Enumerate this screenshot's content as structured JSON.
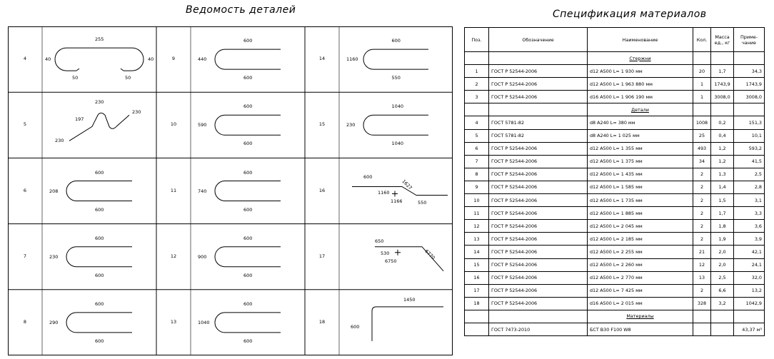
{
  "titles": {
    "parts": "Ведомость деталей",
    "spec": "Спецификация материалов"
  },
  "parts": [
    {
      "pos": "4",
      "shape": "stadium",
      "dims": [
        "255",
        "40",
        "40",
        "50",
        "50"
      ]
    },
    {
      "pos": "5",
      "shape": "zigzag",
      "dims": [
        "230",
        "230",
        "197",
        "230"
      ]
    },
    {
      "pos": "6",
      "shape": "u",
      "dims": [
        "600",
        "208",
        "600"
      ]
    },
    {
      "pos": "7",
      "shape": "u",
      "dims": [
        "600",
        "230",
        "600"
      ]
    },
    {
      "pos": "8",
      "shape": "u",
      "dims": [
        "600",
        "290",
        "600"
      ]
    },
    {
      "pos": "9",
      "shape": "u",
      "dims": [
        "600",
        "440",
        "600"
      ]
    },
    {
      "pos": "10",
      "shape": "u",
      "dims": [
        "600",
        "590",
        "600"
      ]
    },
    {
      "pos": "11",
      "shape": "u",
      "dims": [
        "600",
        "740",
        "600"
      ]
    },
    {
      "pos": "12",
      "shape": "u",
      "dims": [
        "600",
        "900",
        "600"
      ]
    },
    {
      "pos": "13",
      "shape": "u",
      "dims": [
        "600",
        "1040",
        "600"
      ]
    },
    {
      "pos": "14",
      "shape": "u",
      "dims": [
        "600",
        "1160",
        "550"
      ]
    },
    {
      "pos": "15",
      "shape": "u",
      "dims": [
        "1040",
        "230",
        "1040"
      ]
    },
    {
      "pos": "16",
      "shape": "bent1",
      "dims": [
        "600",
        "1627",
        "1160",
        "1166",
        "550"
      ]
    },
    {
      "pos": "17",
      "shape": "bent2",
      "dims": [
        "650",
        "530",
        "6770",
        "6750"
      ]
    },
    {
      "pos": "18",
      "shape": "angle",
      "dims": [
        "1450",
        "600"
      ]
    }
  ],
  "spec": {
    "headers": [
      "Поз.",
      "Обозначение",
      "Наименование",
      "Кол.",
      "Масса ед., кг",
      "Приме-чание"
    ],
    "rows": [
      {
        "section": "Стержни"
      },
      {
        "cells": [
          "1",
          "ГОСТ Р 52544-2006",
          "d12 A500 L= 1 930 мм",
          "20",
          "1,7",
          "34,3"
        ]
      },
      {
        "cells": [
          "2",
          "ГОСТ Р 52544-2006",
          "d12 A500 L= 1 963 880 мм",
          "1",
          "1743,9",
          "1743,9"
        ]
      },
      {
        "cells": [
          "3",
          "ГОСТ Р 52544-2006",
          "d16 A500 L= 1 906 190 мм",
          "1",
          "3008,0",
          "3008,0"
        ]
      },
      {
        "section": "Детали"
      },
      {
        "cells": [
          "4",
          "ГОСТ 5781-82",
          "d8 A240 L= 380 мм",
          "1008",
          "0,2",
          "151,3"
        ]
      },
      {
        "cells": [
          "5",
          "ГОСТ 5781-82",
          "d8 A240 L= 1 025 мм",
          "25",
          "0,4",
          "10,1"
        ]
      },
      {
        "cells": [
          "6",
          "ГОСТ Р 52544-2006",
          "d12 A500 L= 1 355 мм",
          "493",
          "1,2",
          "593,2"
        ]
      },
      {
        "cells": [
          "7",
          "ГОСТ Р 52544-2006",
          "d12 A500 L= 1 375 мм",
          "34",
          "1,2",
          "41,5"
        ]
      },
      {
        "cells": [
          "8",
          "ГОСТ Р 52544-2006",
          "d12 A500 L= 1 435 мм",
          "2",
          "1,3",
          "2,5"
        ]
      },
      {
        "cells": [
          "9",
          "ГОСТ Р 52544-2006",
          "d12 A500 L= 1 585 мм",
          "2",
          "1,4",
          "2,8"
        ]
      },
      {
        "cells": [
          "10",
          "ГОСТ Р 52544-2006",
          "d12 A500 L= 1 735 мм",
          "2",
          "1,5",
          "3,1"
        ]
      },
      {
        "cells": [
          "11",
          "ГОСТ Р 52544-2006",
          "d12 A500 L= 1 885 мм",
          "2",
          "1,7",
          "3,3"
        ]
      },
      {
        "cells": [
          "12",
          "ГОСТ Р 52544-2006",
          "d12 A500 L= 2 045 мм",
          "2",
          "1,8",
          "3,6"
        ]
      },
      {
        "cells": [
          "13",
          "ГОСТ Р 52544-2006",
          "d12 A500 L= 2 185 мм",
          "2",
          "1,9",
          "3,9"
        ]
      },
      {
        "cells": [
          "14",
          "ГОСТ Р 52544-2006",
          "d12 A500 L= 2 255 мм",
          "21",
          "2,0",
          "42,1"
        ]
      },
      {
        "cells": [
          "15",
          "ГОСТ Р 52544-2006",
          "d12 A500 L= 2 260 мм",
          "12",
          "2,0",
          "24,1"
        ]
      },
      {
        "cells": [
          "16",
          "ГОСТ Р 52544-2006",
          "d12 A500 L= 2 770 мм",
          "13",
          "2,5",
          "32,0"
        ]
      },
      {
        "cells": [
          "17",
          "ГОСТ Р 52544-2006",
          "d12 A500 L= 7 425 мм",
          "2",
          "6,6",
          "13,2"
        ]
      },
      {
        "cells": [
          "18",
          "ГОСТ Р 52544-2006",
          "d16 A500 L= 2 015 мм",
          "328",
          "3,2",
          "1042,9"
        ]
      },
      {
        "section": "Материалы"
      },
      {
        "cells": [
          "",
          "ГОСТ 7473-2010",
          "БСТ В30 F100 W8",
          "",
          "",
          "43,37 м³"
        ]
      }
    ]
  }
}
